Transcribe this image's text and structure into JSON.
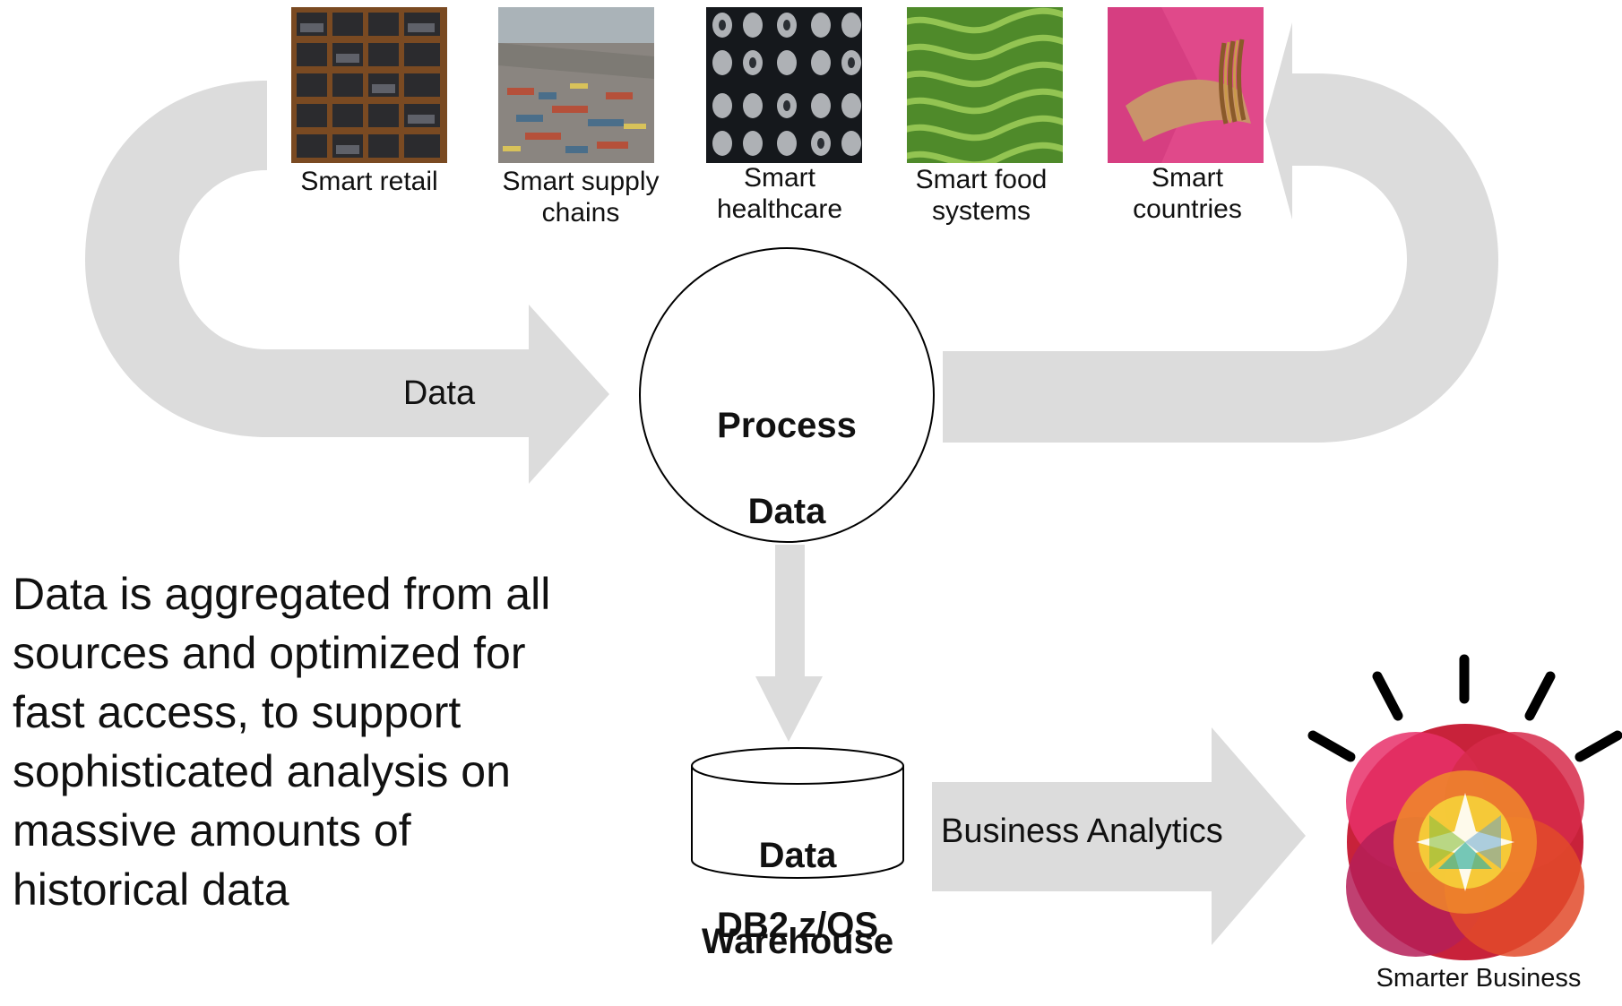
{
  "sources": [
    {
      "label": "Smart retail",
      "image": "shelves-with-folded-clothes"
    },
    {
      "label": "Smart supply\nchains",
      "image": "container-port-aerial"
    },
    {
      "label": "Smart\nhealthcare",
      "image": "brain-scan-films"
    },
    {
      "label": "Smart food\nsystems",
      "image": "green-rice-terraces"
    },
    {
      "label": "Smart\ncountries",
      "image": "hand-with-bangles-pink-sari"
    }
  ],
  "data_arrow_label": "Data",
  "process": {
    "line1": "Process",
    "line2": "Data"
  },
  "warehouse": {
    "line1": "Data",
    "line2": "Warehouse",
    "caption": "DB2 z/OS"
  },
  "analytics_arrow_label": "Business Analytics",
  "description": "Data is aggregated from all\nsources and optimized for\nfast access, to support\nsophisticated analysis on\nmassive amounts of\nhistorical data",
  "logo": {
    "caption": "Smarter Business",
    "image": "smarter-planet-mandala"
  },
  "colors": {
    "arrow": "#dcdcdc",
    "outline": "#000000",
    "text": "#111111"
  }
}
